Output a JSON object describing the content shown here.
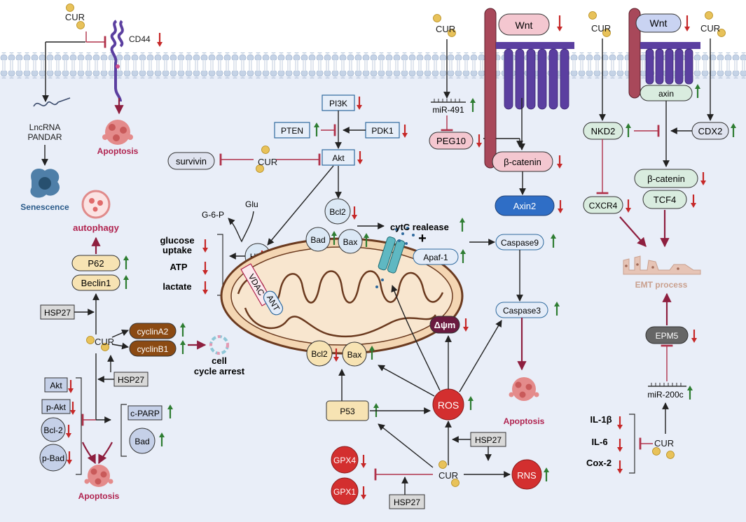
{
  "molecules": {
    "cur": "CUR",
    "cd44": "CD44",
    "lncrna": "LncRNA",
    "pandar": "PANDAR",
    "pi3k": "PI3K",
    "pten": "PTEN",
    "pdk1": "PDK1",
    "akt": "Akt",
    "survivin": "survivin",
    "glu": "Glu",
    "g6p": "G-6-P",
    "hk2": "HKⅡ",
    "bcl2": "Bcl2",
    "bad": "Bad",
    "bax": "Bax",
    "vdac": "VDAC",
    "ant": "ANT",
    "cytc": "cytC realease",
    "plus": "+",
    "apaf1": "Apaf-1",
    "caspase9": "Caspase9",
    "caspase3": "Caspase3",
    "dpsi": "Δψm",
    "ros": "ROS",
    "rns": "RNS",
    "p53": "P53",
    "hsp27": "HSP27",
    "gpx4": "GPX4",
    "gpx1": "GPX1",
    "p62": "P62",
    "beclin1": "Beclin1",
    "cyclina2": "cyclinA2",
    "cyclinb1": "cyclinB1",
    "cparp": "c-PARP",
    "bad_left": "Bad",
    "akt_left": "Akt",
    "pakt": "p-Akt",
    "bcl2_left": "Bcl-2",
    "pbad": "p-Bad",
    "wnt": "Wnt",
    "mir491": "miR-491",
    "peg10": "PEG10",
    "bcatenin": "β-catenin",
    "axin2": "Axin2",
    "axin": "axin",
    "nkd2": "NKD2",
    "cdx2": "CDX2",
    "cxcr4": "CXCR4",
    "tcf4": "TCF4",
    "epm5": "EPM5",
    "mir200c": "miR-200c",
    "il1b": "IL-1β",
    "il6": "IL-6",
    "cox2": "Cox-2"
  },
  "processes": {
    "senescence": "Senescence",
    "apoptosis": "Apoptosis",
    "autophagy": "autophagy",
    "glucose": "glucose",
    "uptake": "uptake",
    "atp": "ATP",
    "lactate": "lactate",
    "cell": "cell",
    "cycle_arrest": "cycle arrest",
    "emt": "EMT process"
  },
  "colors": {
    "membrane_head": "#c5d3e6",
    "cytoplasm": "#e9eef8",
    "up_arrow": "#2e7d32",
    "down_arrow": "#c62828",
    "receptor": "#5b3fa0",
    "apoptosis_text": "#b0234f",
    "emt_text": "#c9a08e",
    "senescence_text": "#2b5b8a",
    "ros": "#d32f2f",
    "mito": "#f4d6b3"
  }
}
